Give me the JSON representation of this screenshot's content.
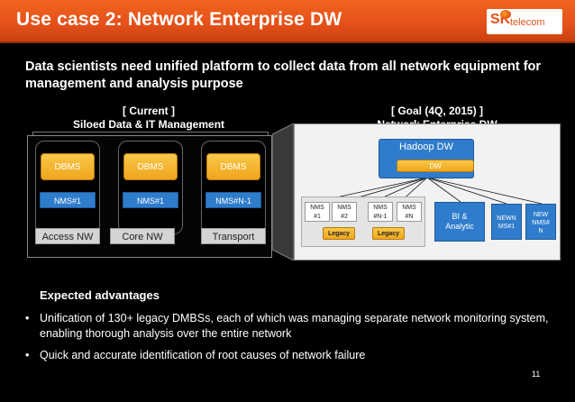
{
  "header": {
    "title": "Use case 2: Network Enterprise DW",
    "logo_mark": "SK",
    "logo_text": "telecom"
  },
  "subtitle": "Data scientists need unified platform to collect data from all network equipment for management and analysis purpose",
  "current": {
    "heading_1": "[ Current ]",
    "heading_2": "Siloed Data & IT Management",
    "columns": [
      {
        "dbms": "DBMS",
        "nms": "NMS#1",
        "label": "Access NW"
      },
      {
        "dbms": "DBMS",
        "nms": "NMS#1",
        "label": "Core NW"
      },
      {
        "dbms": "DBMS",
        "nms": "NMS#N-1",
        "label": "Transport"
      }
    ]
  },
  "goal": {
    "heading_1": "[ Goal (4Q, 2015) ]",
    "heading_2": "Network Enterprise DW",
    "hadoop": "Hadoop DW",
    "dw": "DW",
    "nms_items": [
      {
        "l1": "NMS",
        "l2": "#1"
      },
      {
        "l1": "NMS",
        "l2": "#2"
      },
      {
        "l1": "NMS",
        "l2": "#N-1"
      },
      {
        "l1": "NMS",
        "l2": "#N"
      }
    ],
    "legacy": [
      "Legacy",
      "Legacy"
    ],
    "bi": {
      "l1": "BI &",
      "l2": "Analytic"
    },
    "new1": {
      "l1": "NEWN",
      "l2": "MS#1"
    },
    "new2": {
      "l1": "NEW",
      "l2": "NMS#",
      "l3": "N"
    }
  },
  "advantages": {
    "title": "Expected advantages",
    "items": [
      "Unification of 130+ legacy DMBSs, each of which was managing separate network monitoring system, enabling thorough analysis over the entire network",
      "Quick and accurate identification of root causes of network failure"
    ]
  },
  "page_number": "11",
  "colors": {
    "header_orange": "#e4501a",
    "nms_blue": "#2f7ccc",
    "dbms_gold": "#f0a51c"
  }
}
